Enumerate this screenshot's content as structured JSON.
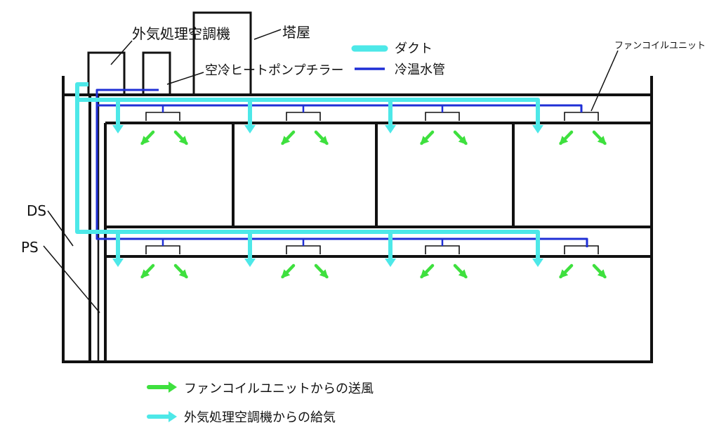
{
  "labels": {
    "oa_ahu": "外気処理空調機",
    "penthouse": "塔屋",
    "chiller": "空冷ヒートポンプチラー",
    "fcu": "ファンコイルユニット",
    "ds": "DS",
    "ps": "PS"
  },
  "legend": {
    "duct": "ダクト",
    "pipe": "冷温水管",
    "fcu_air": "ファンコイルユニットからの送風",
    "oa_supply": "外気処理空調機からの給気"
  },
  "colors": {
    "duct": "#4de8e8",
    "pipe": "#1f2fd6",
    "fcu_arrow": "#3ee03e",
    "line": "#111111"
  },
  "icons": {
    "fcu_arrow": "arrow-down-right-icon",
    "oa_arrow": "arrow-down-icon"
  }
}
